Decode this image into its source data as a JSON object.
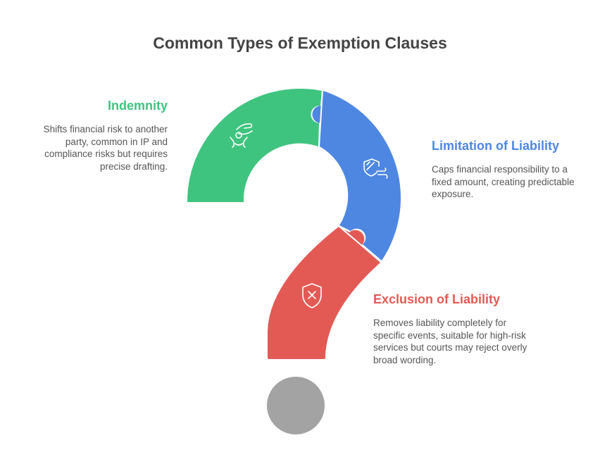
{
  "title": "Common Types of Exemption Clauses",
  "colors": {
    "indemnity": "#3fc47f",
    "limitation": "#4e87e2",
    "exclusion": "#e35a55",
    "dot": "#a3a3a3",
    "title": "#444444",
    "body_text": "#555555"
  },
  "segments": [
    {
      "id": "indemnity",
      "heading": "Indemnity",
      "description": "Shifts financial risk to another party, common in IP and compliance risks but requires precise drafting.",
      "icon": "hand-protecting-person-icon",
      "color": "#3fc47f"
    },
    {
      "id": "limitation",
      "heading": "Limitation of Liability",
      "description": "Caps financial responsibility to a fixed amount, creating predictable exposure.",
      "icon": "shield-wind-icon",
      "color": "#4e87e2"
    },
    {
      "id": "exclusion",
      "heading": "Exclusion of Liability",
      "description": "Removes liability completely for specific events, suitable for high-risk services but courts may reject overly broad wording.",
      "icon": "shield-x-icon",
      "color": "#e35a55"
    }
  ]
}
